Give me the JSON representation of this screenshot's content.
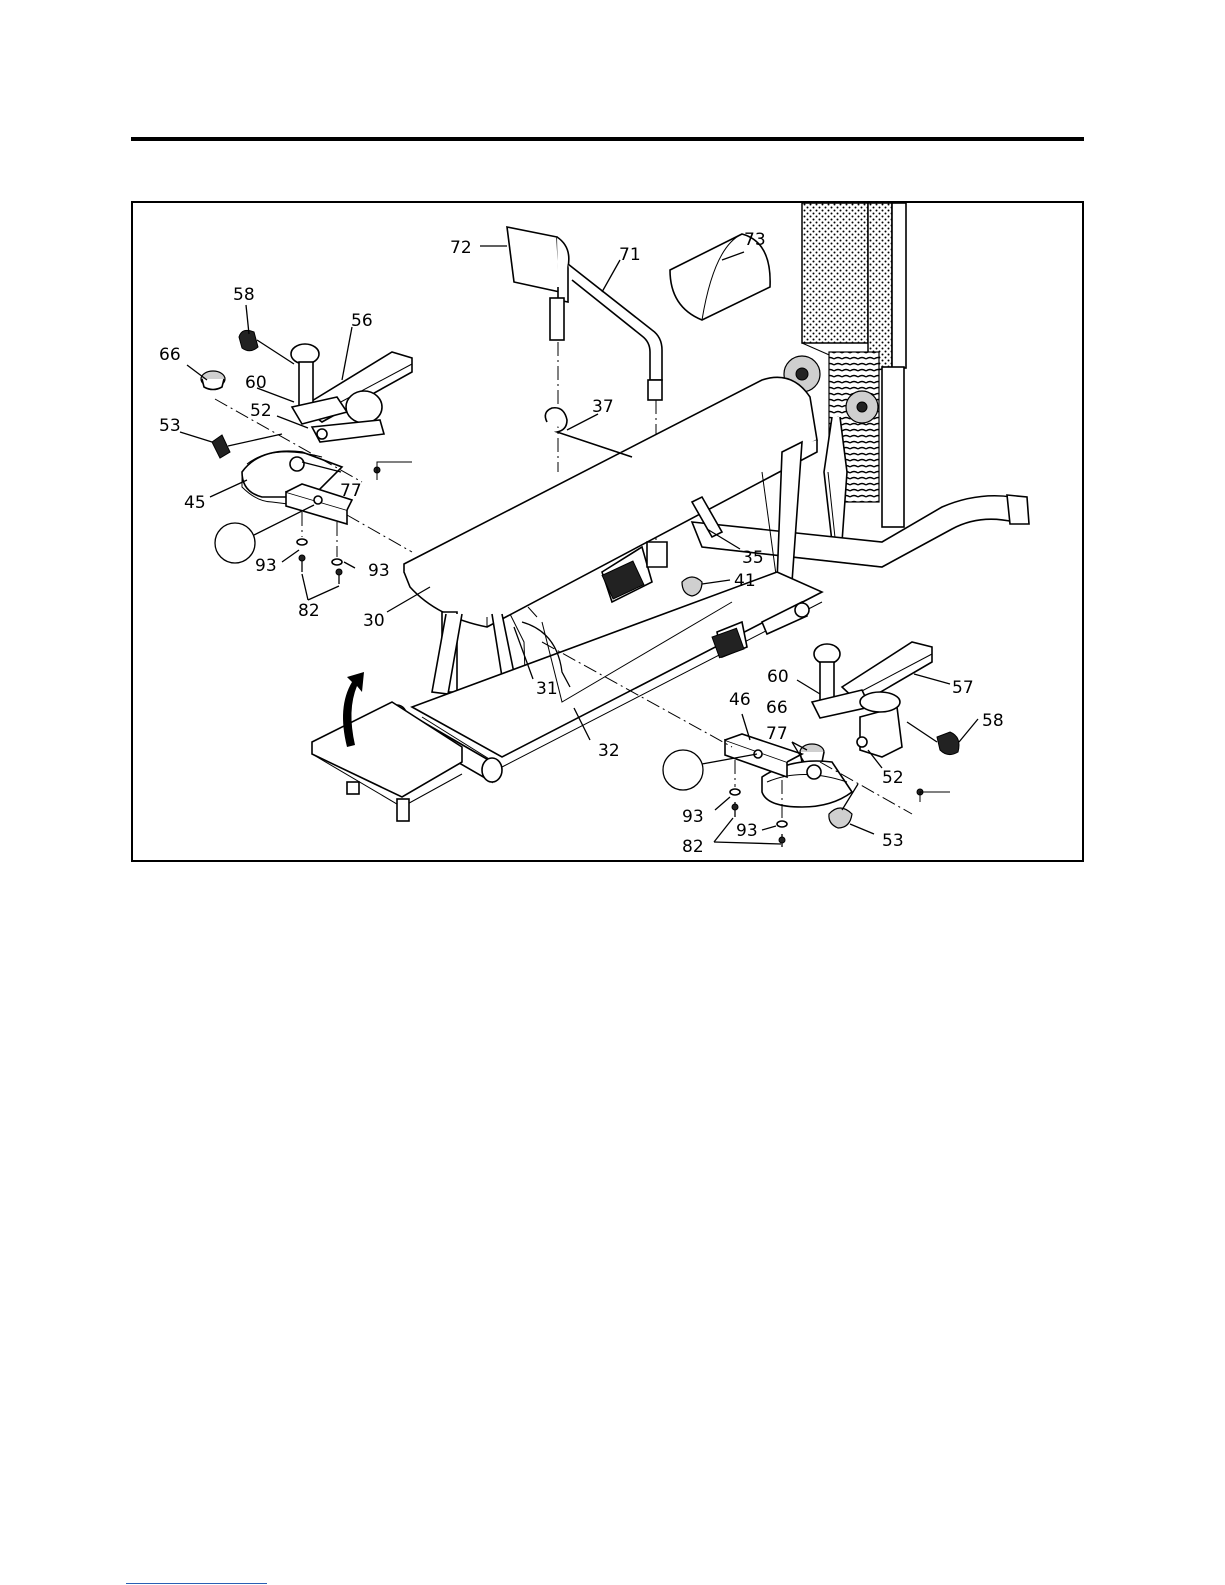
{
  "diagram": {
    "part_labels": {
      "p72": "72",
      "p71": "71",
      "p73": "73",
      "p58a": "58",
      "p56": "56",
      "p66a": "66",
      "p60a": "60",
      "p52a": "52",
      "p53a": "53",
      "p45": "45",
      "p77a": "77",
      "p93a": "93",
      "p93b": "93",
      "p82a": "82",
      "p37": "37",
      "p35": "35",
      "p41": "41",
      "p30": "30",
      "p31": "31",
      "p32": "32",
      "p60b": "60",
      "p57": "57",
      "p46": "46",
      "p66b": "66",
      "p77b": "77",
      "p58b": "58",
      "p52b": "52",
      "p93c": "93",
      "p93d": "93",
      "p82b": "82",
      "p53b": "53"
    },
    "callout_circles": [
      "",
      ""
    ]
  }
}
